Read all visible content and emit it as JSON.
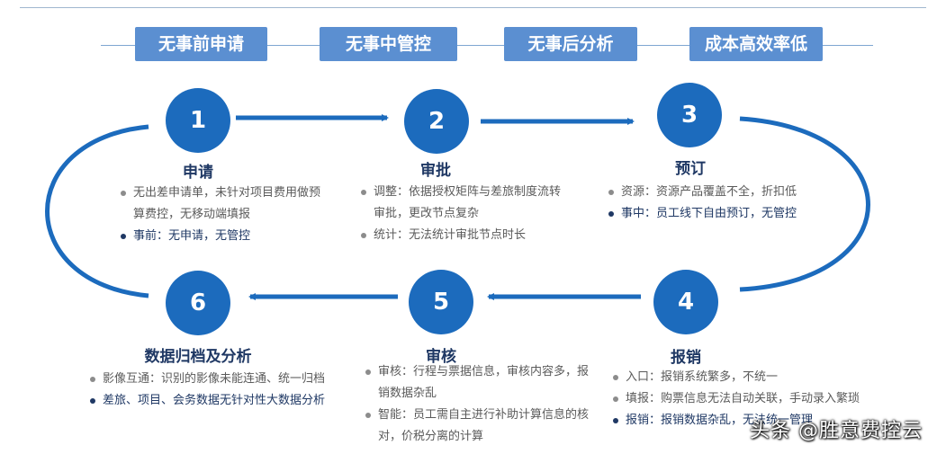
{
  "headers": [
    "无事前申请",
    "无事中管控",
    "无事后分析",
    "成本高效率低"
  ],
  "steps": [
    {
      "num": "1",
      "title": "申请",
      "items": [
        {
          "text": "无出差申请单，未针对项目费用做预算费控，无移动端填报",
          "strong": false
        },
        {
          "text": "事前：无申请，无管控",
          "strong": true
        }
      ]
    },
    {
      "num": "2",
      "title": "审批",
      "items": [
        {
          "text": "调整：依据授权矩阵与差旅制度流转审批，更改节点复杂",
          "strong": false
        },
        {
          "text": "统计：无法统计审批节点时长",
          "strong": false
        }
      ]
    },
    {
      "num": "3",
      "title": "预订",
      "items": [
        {
          "text": "资源：资源产品覆盖不全，折扣低",
          "strong": false
        },
        {
          "text": "事中：员工线下自由预订，无管控",
          "strong": true
        }
      ]
    },
    {
      "num": "4",
      "title": "报销",
      "items": [
        {
          "text": "入口：报销系统繁多，不统一",
          "strong": false
        },
        {
          "text": "填报：购票信息无法自动关联，手动录入繁琐",
          "strong": false
        },
        {
          "text": "报销：报销数据杂乱，无法统一管理",
          "strong": true
        }
      ]
    },
    {
      "num": "5",
      "title": "审核",
      "items": [
        {
          "text": "审核：行程与票据信息，审核内容多，报销数据杂乱",
          "strong": false
        },
        {
          "text": "智能：员工需自主进行补助计算信息的核对，价税分离的计算",
          "strong": false
        }
      ]
    },
    {
      "num": "6",
      "title": "数据归档及分析",
      "items": [
        {
          "text": "影像互通：识别的影像未能连通、统一归档",
          "strong": false
        },
        {
          "text": "差旅、项目、会务数据无针对性大数据分析",
          "strong": true
        }
      ]
    }
  ],
  "watermark": "头条 @胜意费控云",
  "colors": {
    "header_bg": "#5b8fd1",
    "circle": "#1c6bbd",
    "arrow": "#1c6bbd",
    "title": "#1f3864"
  }
}
